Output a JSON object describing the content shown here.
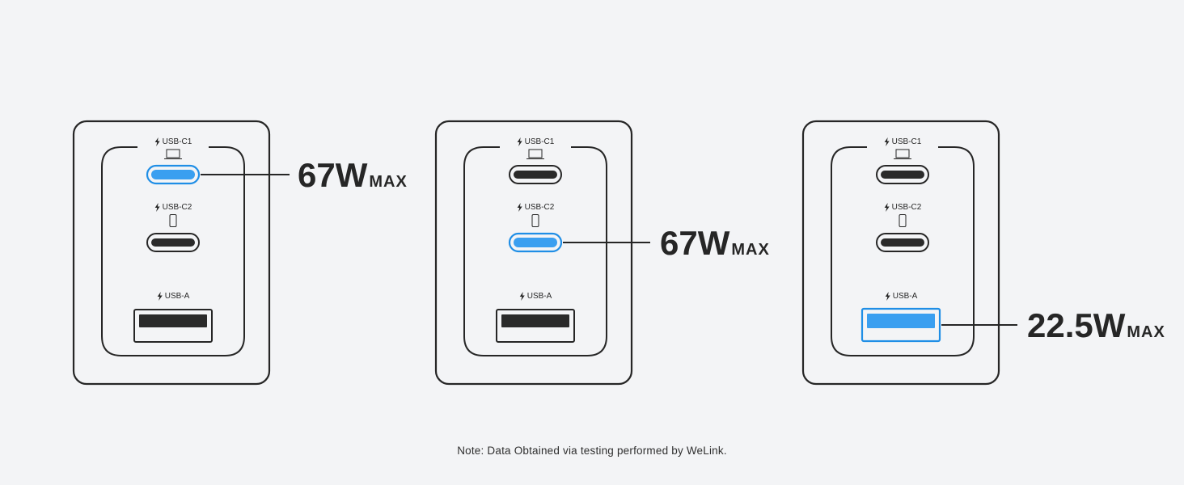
{
  "colors": {
    "outline": "#262626",
    "highlight": "#1f8ee6",
    "highlight_fill": "#3a9ff0",
    "port_dark": "#2a2a2a",
    "background": "#f3f4f6"
  },
  "port_labels": {
    "c1": "USB-C1",
    "c2": "USB-C2",
    "a": "USB-A"
  },
  "icons": {
    "c1_device": "laptop-icon",
    "c2_device": "phone-icon",
    "charge": "lightning-bolt-icon"
  },
  "panels": [
    {
      "id": "panel-1",
      "active_port": "c1",
      "watt_value": "67W",
      "watt_unit": "MAX"
    },
    {
      "id": "panel-2",
      "active_port": "c2",
      "watt_value": "67W",
      "watt_unit": "MAX"
    },
    {
      "id": "panel-3",
      "active_port": "a",
      "watt_value": "22.5W",
      "watt_unit": "MAX"
    }
  ],
  "note": "Note: Data Obtained via testing performed by WeLink."
}
